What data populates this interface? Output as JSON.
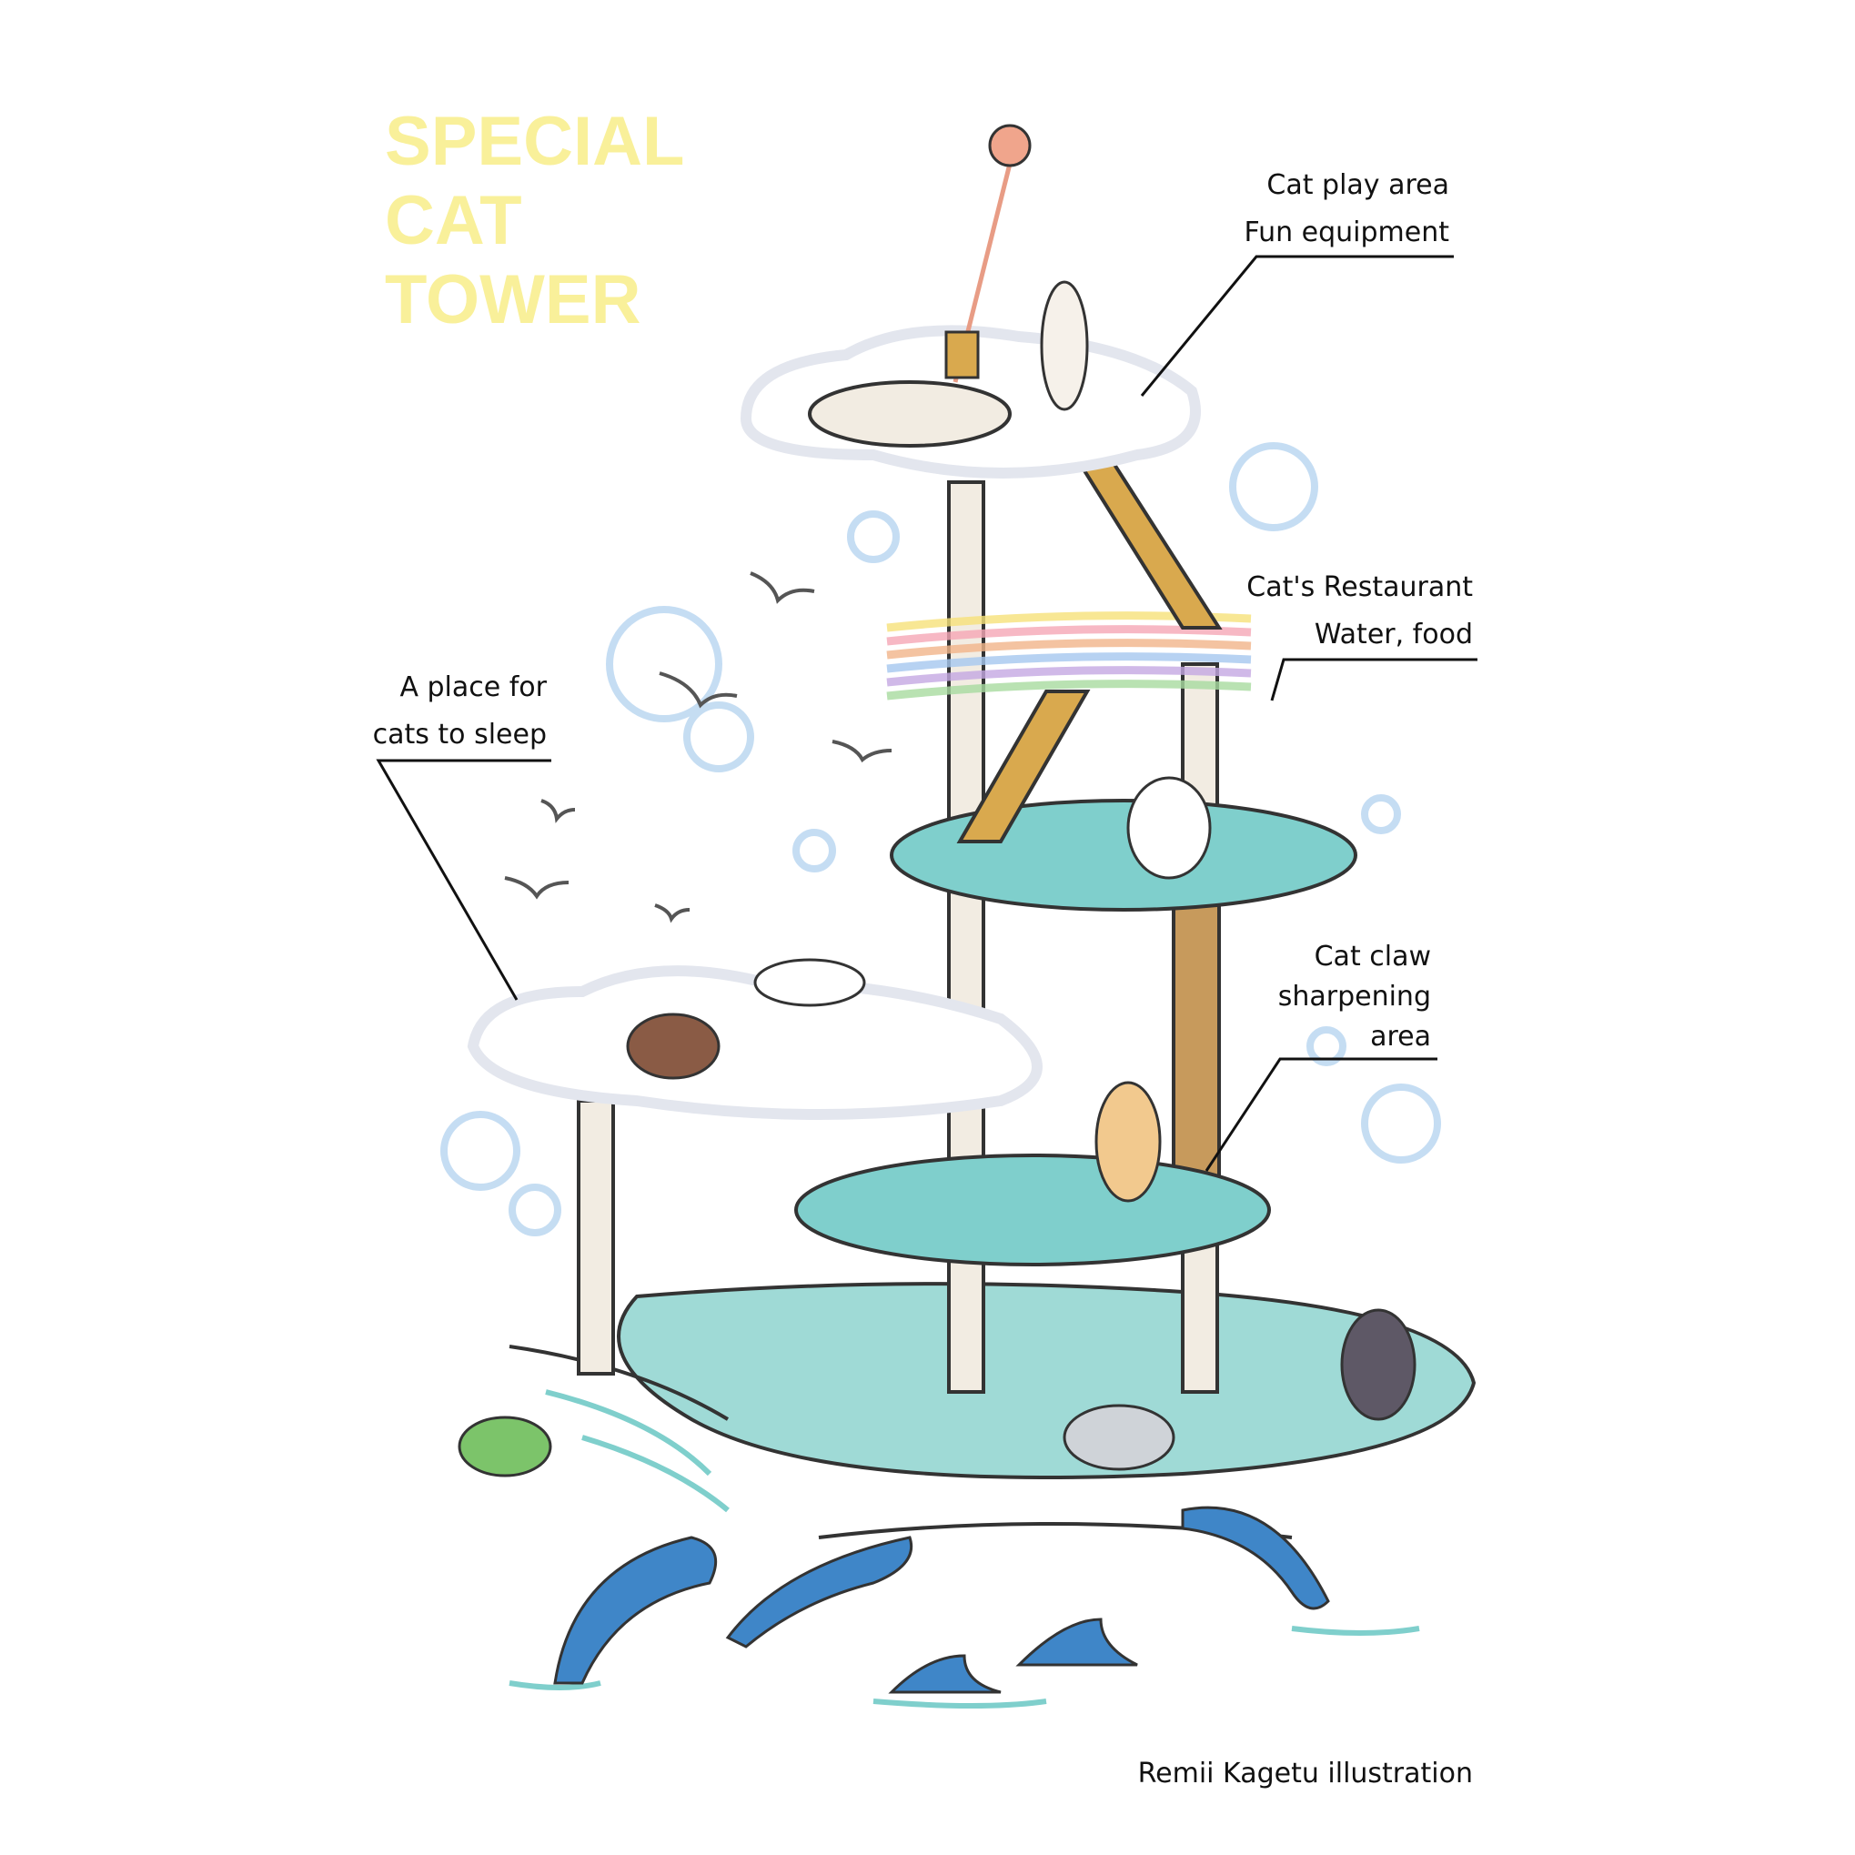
{
  "title": {
    "lines": [
      "SPECIAL",
      "CAT",
      "TOWER"
    ],
    "color": "#f9f09a"
  },
  "annotations": {
    "play": {
      "lines": [
        "Cat play area",
        "Fun equipment"
      ]
    },
    "restaurant": {
      "lines": [
        "Cat's Restaurant",
        "Water, food"
      ]
    },
    "sleep": {
      "lines": [
        "A place for",
        "cats to sleep"
      ]
    },
    "claw": {
      "lines": [
        "Cat claw",
        "sharpening",
        "area"
      ]
    }
  },
  "credit": "Remii Kagetu illustration",
  "colors": {
    "teal": "#7fcfcc",
    "dolphin": "#3f86c8",
    "pole": "#f2ece2",
    "ladder": "#d9a94e",
    "cloud": "#e3e6ee"
  }
}
